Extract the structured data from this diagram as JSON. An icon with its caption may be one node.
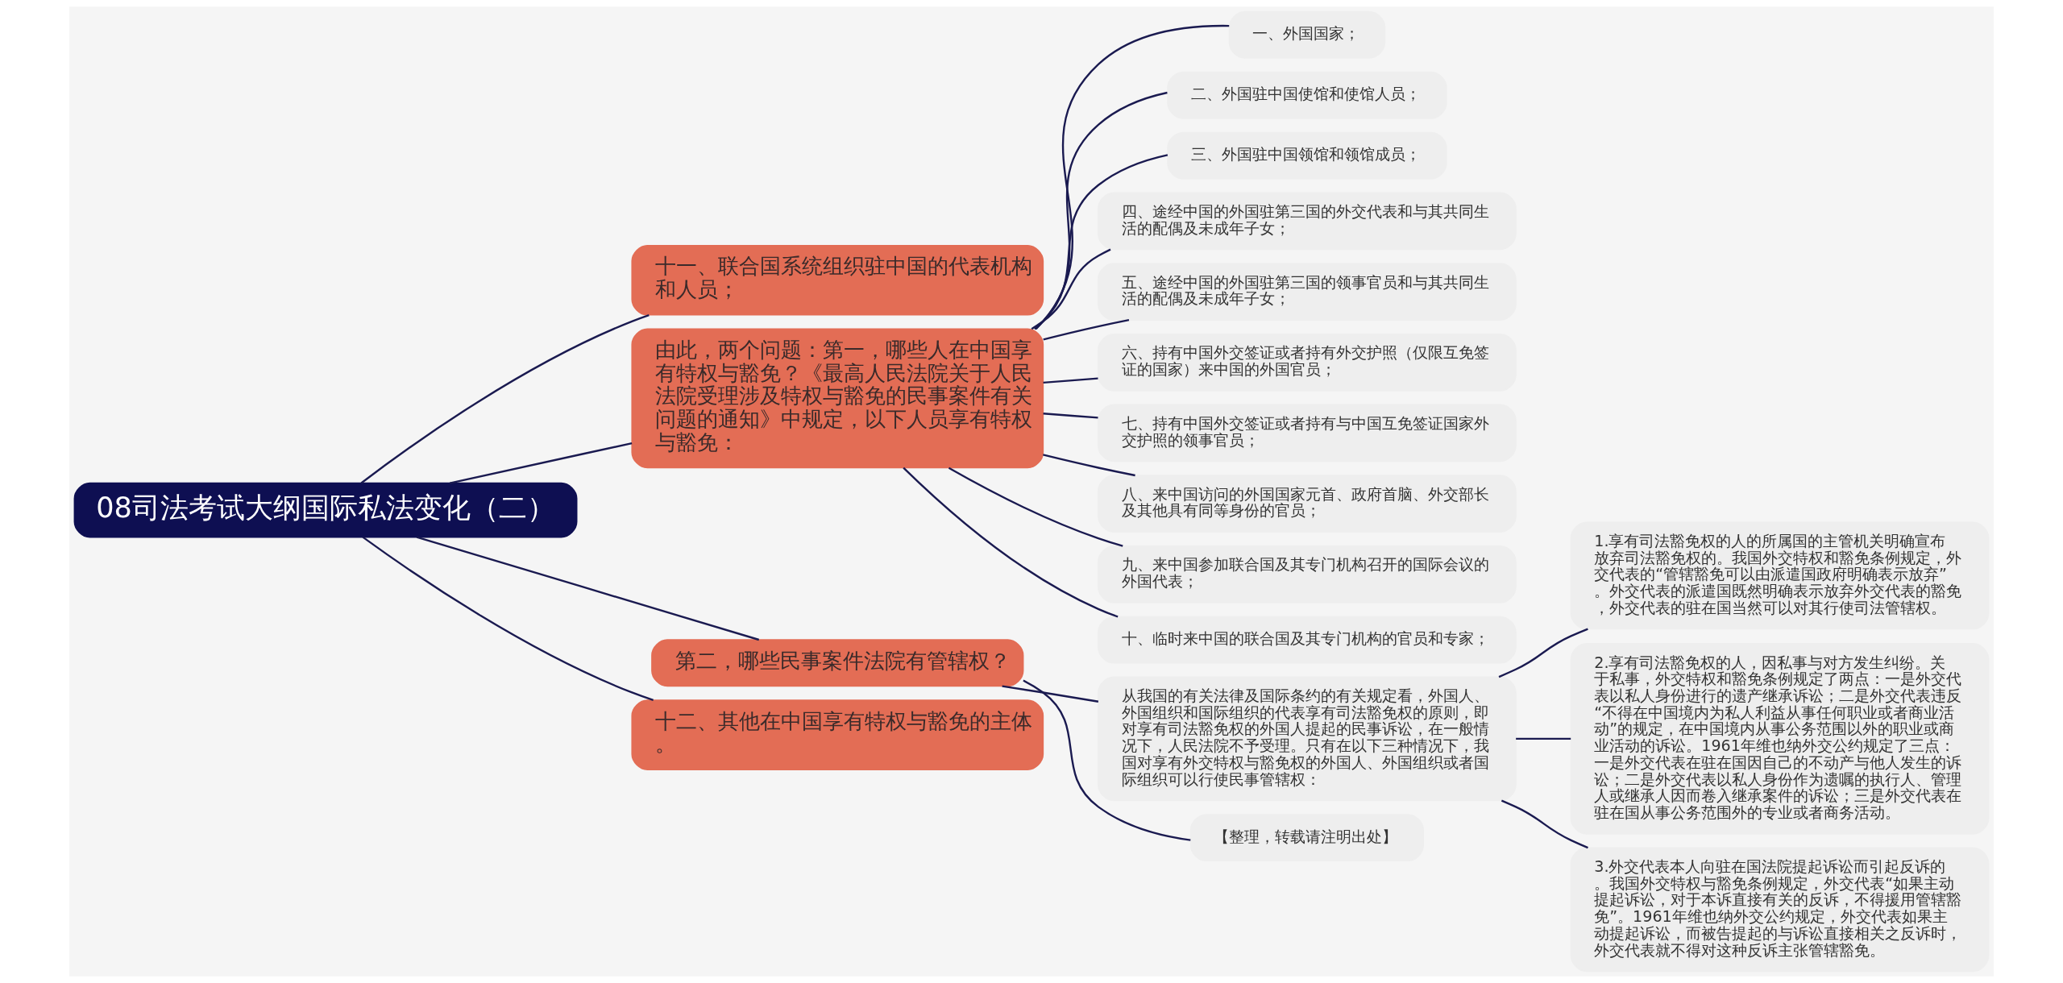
{
  "diagram": {
    "nodes": [
      {
        "text": [
          "08司法考试大纲国际私法变化（二）"
        ]
      },
      {
        "text": [
          "十一、联合国系统组织驻中国的代表机构和人员；"
        ]
      },
      {
        "text": [
          "由此，两个问题：第一，哪些人在中国享有特权与豁免？《最高人民法院关于人民法院受理涉及特权与豁免的民事案件有关问题的通知》中规定，以下人员享有特权与豁免："
        ]
      },
      {
        "text": [
          "一、外国国家；"
        ]
      },
      {
        "text": [
          "二、外国驻中国使馆和使馆人员；"
        ]
      },
      {
        "text": [
          "三、外国驻中国领馆和领馆成员；"
        ]
      },
      {
        "text": [
          "四、途经中国的外国驻第三国的外交代表和与其共同生活的配偶及未成年子女；"
        ]
      },
      {
        "text": [
          "五、途经中国的外国驻第三国的领事官员和与其共同生活的配偶及未成年子女；"
        ]
      },
      {
        "text": [
          "六、持有中国外交签证或者持有外交护照（仅限互免签证的国家）来中国的外国官员；"
        ]
      },
      {
        "text": [
          "七、持有中国外交签证或者持有与中国互免签证国家外交护照的领事官员；"
        ]
      },
      {
        "text": [
          "八、来中国访问的外国国家元首、政府首脑、外交部长及其他具有同等身份的官员；"
        ]
      },
      {
        "text": [
          "九、来中国参加联合国及其专门机构召开的国际会议的外国代表；"
        ]
      },
      {
        "text": [
          "十、临时来中国的联合国及其专门机构的官员和专家；"
        ]
      },
      {
        "text": [
          "第二，哪些民事案件法院有管辖权？"
        ]
      },
      {
        "text": [
          "十二、其他在中国享有特权与豁免的主体。"
        ]
      },
      {
        "text": [
          "从我国的有关法律及国际条约的有关规定看，外国人、外国组织和国际组织的代表享有司法豁免权的原则，即对享有司法豁免权的外国人提起的民事诉讼，在一般情况下，人民法院不予受理。只有在以下三种情况下，我国对享有外交特权与豁免权的外国人、外国组织或者国际组织可以行使民事管辖权："
        ]
      },
      {
        "text": [
          "1.享有司法豁免权的人的所属国的主管机关明确宣布放弃司法豁免权的。我国外交特权和豁免条例规定，外交代表的“管辖豁免可以由派遣国政府明确表示放弃”。外交代表的派遣国既然明确表示放弃外交代表的豁免，外交代表的驻在国当然可以对其行使司法管辖权。"
        ]
      },
      {
        "text": [
          "2.享有司法豁免权的人，因私事与对方发生纠纷。关于私事，外交特权和豁免条例规定了两点：一是外交代表以私人身份进行的遗产继承诉讼；二是外交代表违反“不得在中国境内为私人利益从事任何职业或者商业活动”的规定，在中国境内从事公务范围以外的职业或商业活动的诉讼。1961年维也纳外交公约规定了三点：一是外交代表在驻在国因自己的不动产与他人发生的诉讼；二是外交代表以私人身份作为遗嘱的执行人、管理人或继承人因而卷入继承案件的诉讼；三是外交代表在驻在国从事公务范围外的专业或者商务活动。"
        ]
      },
      {
        "text": [
          "3.外交代表本人向驻在国法院提起诉讼而引起反诉的。我国外交特权与豁免条例规定，外交代表“如果主动提起诉讼，对于本诉直接有关的反诉，不得援用管辖豁免”。1961年维也纳外交公约规定，外交代表如果主动提起诉讼，而被告提起的与诉讼直接相关之反诉时，外交代表就不得对这种反诉主张管辖豁免。"
        ]
      },
      {
        "text": [
          "【整理，转载请注明出处】"
        ]
      }
    ],
    "edges": [
      {
        "from": 0,
        "to": 1,
        "arrow": "none"
      },
      {
        "from": 0,
        "to": 2,
        "arrow": "none"
      },
      {
        "from": 2,
        "to": 3,
        "arrow": "none"
      },
      {
        "from": 2,
        "to": 4,
        "arrow": "none"
      },
      {
        "from": 2,
        "to": 5,
        "arrow": "none"
      },
      {
        "from": 2,
        "to": 6,
        "arrow": "none"
      },
      {
        "from": 2,
        "to": 7,
        "arrow": "none"
      },
      {
        "from": 2,
        "to": 8,
        "arrow": "none"
      },
      {
        "from": 2,
        "to": 9,
        "arrow": "none"
      },
      {
        "from": 2,
        "to": 10,
        "arrow": "none"
      },
      {
        "from": 2,
        "to": 11,
        "arrow": "none"
      },
      {
        "from": 2,
        "to": 12,
        "arrow": "none"
      },
      {
        "from": 0,
        "to": 13,
        "arrow": "none"
      },
      {
        "from": 0,
        "to": 14,
        "arrow": "none"
      },
      {
        "from": 13,
        "to": 15,
        "arrow": "none"
      },
      {
        "from": 13,
        "to": 19,
        "arrow": "none"
      },
      {
        "from": 15,
        "to": 16,
        "arrow": "none"
      },
      {
        "from": 15,
        "to": 17,
        "arrow": "none"
      },
      {
        "from": 15,
        "to": 18,
        "arrow": "none"
      }
    ]
  }
}
